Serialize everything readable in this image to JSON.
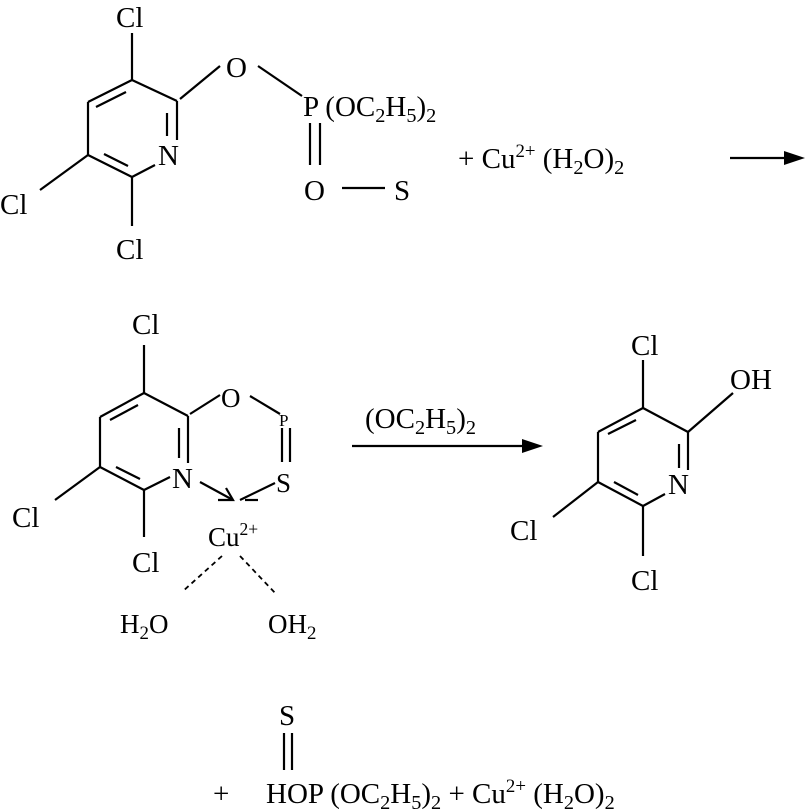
{
  "reactant": {
    "cl_top": "Cl",
    "cl_left": "Cl",
    "cl_bottom": "Cl",
    "n": "N",
    "o_ether": "O",
    "p_group": "P (OC2H5)2",
    "o_bottom": "O",
    "s": "S"
  },
  "reagent": "+ Cu2+ (H2O)2",
  "intermediate": {
    "cl_top": "Cl",
    "cl_left": "Cl",
    "cl_bottom": "Cl",
    "n": "N",
    "o": "O",
    "p": "P",
    "s": "S",
    "cu": "Cu2+",
    "h2o": "H2O",
    "oh2": "OH2"
  },
  "arrow_label": "(OC2H5)2",
  "product": {
    "cl_top": "Cl",
    "cl_left": "Cl",
    "cl_bottom": "Cl",
    "oh": "OH",
    "n": "N"
  },
  "byproduct": {
    "s": "S",
    "plus": "+",
    "formula": "HOP (OC2H5)2 + Cu2+ (H2O)2"
  }
}
